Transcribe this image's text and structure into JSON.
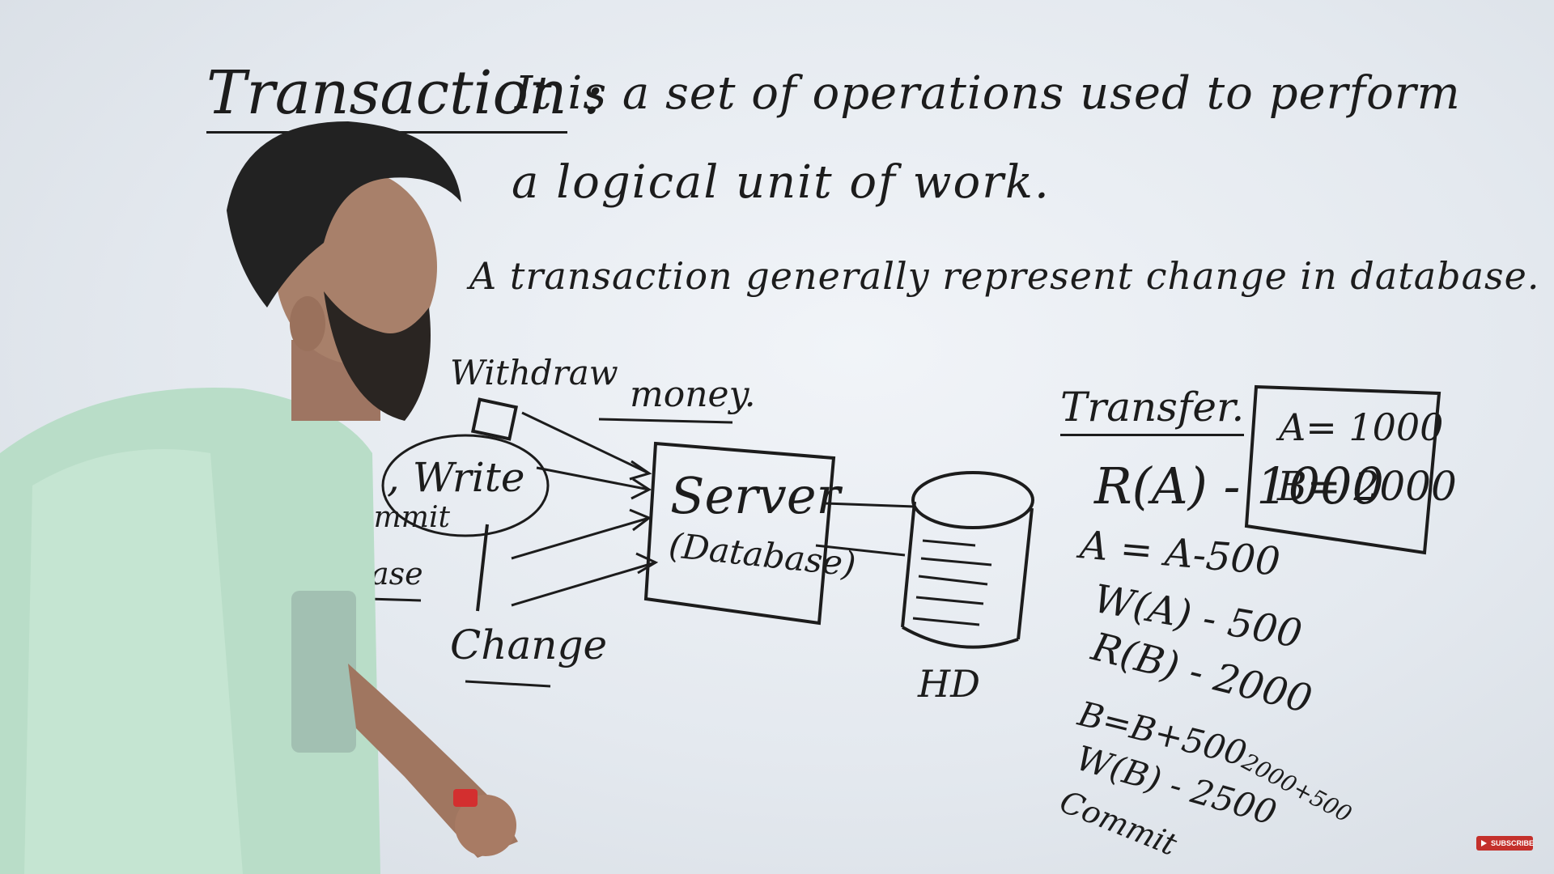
{
  "definition": {
    "term": "Transaction",
    "colon": ":",
    "line1": "It is a set of operations used to perform",
    "line2": "a logical unit of work."
  },
  "note": "A transaction generally represent change in database.",
  "diagram": {
    "withdraw_label": "Withdraw",
    "money_label": "money.",
    "read_write_label": "d , Write",
    "commit_fragment": "ommit",
    "base_fragment": "ase",
    "change_label": "Change",
    "server_label": "Server",
    "database_label": "(Database)",
    "hd_label": "HD"
  },
  "transfer": {
    "title": "Transfer.",
    "box": {
      "a_value": "A= 1000",
      "b_value": "B= 2000"
    },
    "steps": [
      "R(A) - 1000",
      "A = A-500",
      "W(A) - 500",
      "R(B) - 2000",
      "B=B+500",
      "W(B) - 2500",
      "Commit"
    ],
    "side_calc": "2000+500"
  },
  "overlay": {
    "subscribe_label": "SUBSCRIBE"
  }
}
